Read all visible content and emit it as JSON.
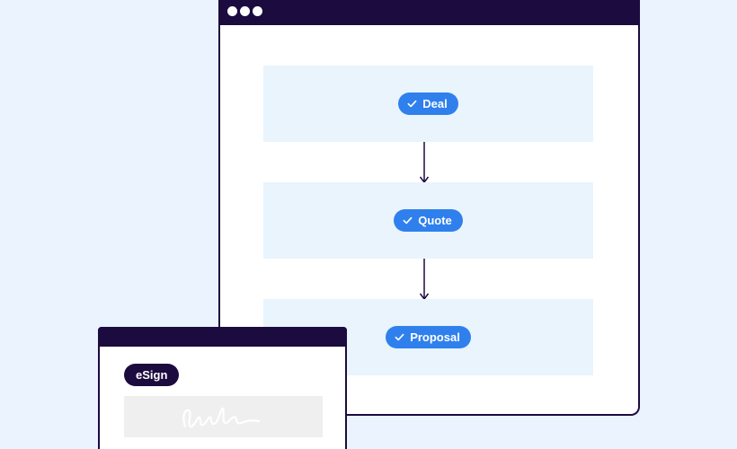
{
  "workflow": {
    "steps": [
      {
        "label": "Deal",
        "icon": "check-icon"
      },
      {
        "label": "Quote",
        "icon": "check-icon"
      },
      {
        "label": "Proposal",
        "icon": "check-icon"
      }
    ]
  },
  "esign": {
    "badge_label": "eSign"
  },
  "colors": {
    "background": "#eaf3fe",
    "window_dark": "#1c0b3f",
    "step_bg": "#e9f4fd",
    "pill_blue": "#2f80ed"
  }
}
